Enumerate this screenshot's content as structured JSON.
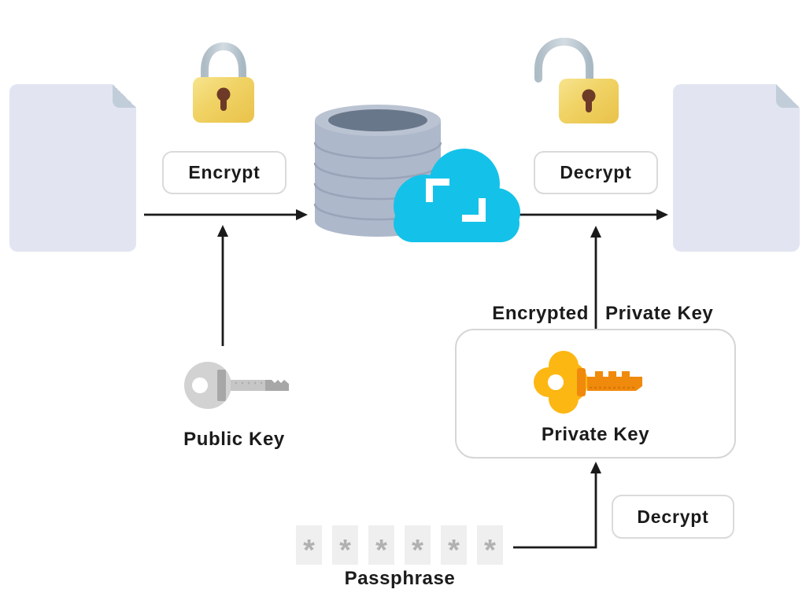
{
  "flow": {
    "encrypt_label": "Encrypt",
    "decrypt_label": "Decrypt",
    "public_key_label": "Public Key",
    "encrypted_label": "Encrypted",
    "private_key_side_label": "Private Key",
    "private_key_box_label": "Private Key",
    "passphrase_label": "Passphrase",
    "decrypt_bottom_label": "Decrypt",
    "passphrase_chars": [
      "*",
      "*",
      "*",
      "*",
      "*",
      "*"
    ]
  },
  "icons": {
    "left": "document-icon",
    "right": "document-icon",
    "top_left": "lock-closed-icon",
    "top_right": "lock-open-icon",
    "center": "database-icon",
    "center_overlay": "cloud-sync-icon",
    "public_key": "key-gray-icon",
    "private_key": "key-orange-icon"
  },
  "colors": {
    "document": "#E2E5F1",
    "document_fold": "#C2CDDA",
    "lock_body": "#F0D264",
    "lock_keyhole": "#6E3A28",
    "shackle": "#BFCAD4",
    "database_body": "#AEB8CB",
    "database_top": "#69778A",
    "cloud": "#14C2E9",
    "key_gray": "#D2D2D2",
    "key_orange": "#FDB713",
    "key_orange_dark": "#F08A0C",
    "arrow": "#1A1A1A",
    "button_border": "#DADADA",
    "passphrase_cell": "#EFEFEF",
    "text": "#1B1B1B"
  }
}
